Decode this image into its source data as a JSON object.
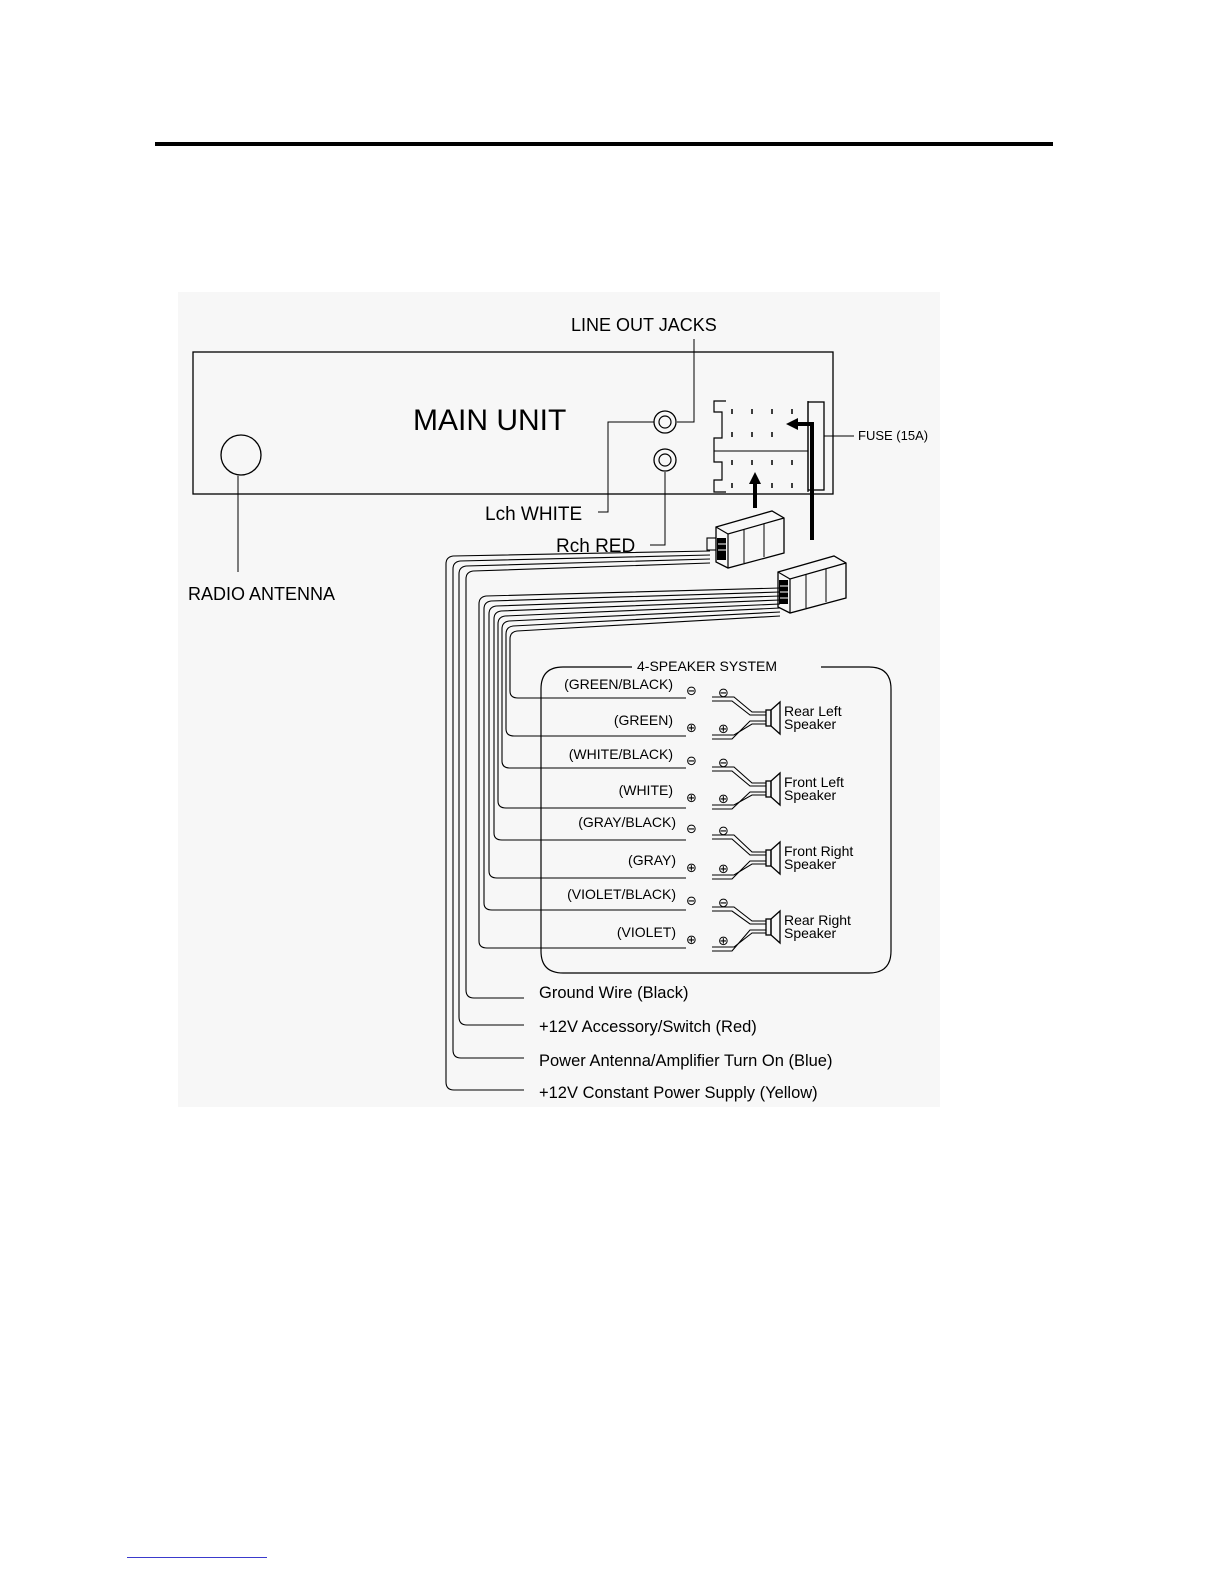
{
  "diagram": {
    "main_unit": "MAIN UNIT",
    "line_out_jacks": "LINE OUT JACKS",
    "lch": "Lch WHITE",
    "rch": "Rch RED",
    "radio_antenna": "RADIO ANTENNA",
    "fuse": "FUSE (15A)",
    "speaker_system_title": "4-SPEAKER SYSTEM",
    "minus_symbol": "⊖",
    "plus_symbol": "⊕",
    "speakers": [
      {
        "line1": "Rear Left",
        "line2": "Speaker",
        "neg_wire": "(GREEN/BLACK)",
        "pos_wire": "(GREEN)"
      },
      {
        "line1": "Front Left",
        "line2": "Speaker",
        "neg_wire": "(WHITE/BLACK)",
        "pos_wire": "(WHITE)"
      },
      {
        "line1": "Front Right",
        "line2": "Speaker",
        "neg_wire": "(GRAY/BLACK)",
        "pos_wire": "(GRAY)"
      },
      {
        "line1": "Rear Right",
        "line2": "Speaker",
        "neg_wire": "(VIOLET/BLACK)",
        "pos_wire": "(VIOLET)"
      }
    ],
    "power_wires": [
      "Ground Wire (Black)",
      "+12V Accessory/Switch (Red)",
      "Power Antenna/Amplifier Turn On (Blue)",
      "+12V Constant Power Supply (Yellow)"
    ]
  }
}
